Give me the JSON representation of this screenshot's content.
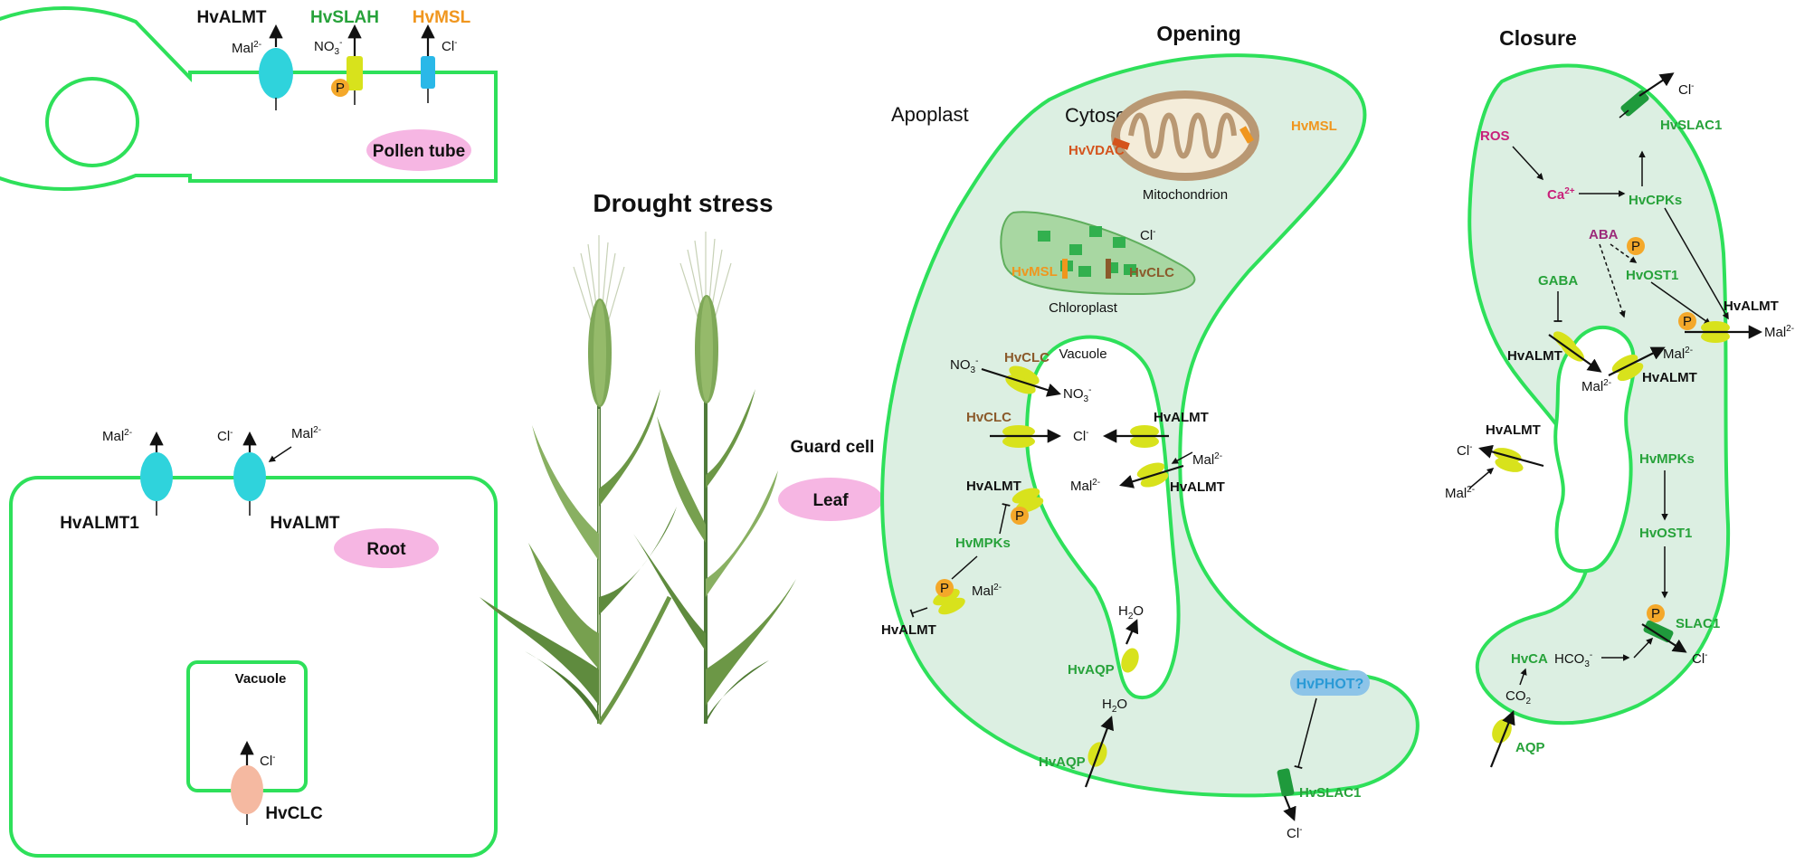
{
  "colors": {
    "membrane": "#2ee05a",
    "cell_fill": "#dcefe2",
    "tissue_tag": "#f6b6e3",
    "channel_yellow": "#d8e21c",
    "channel_cyan": "#2fd3dc",
    "channel_blue": "#2ab8e8",
    "channel_peach": "#f5b9a1",
    "channel_darkgreen": "#1f9a3c",
    "phospho": "#f4a82a",
    "text_green": "#27a23a",
    "text_brown": "#8b5a2b",
    "text_orange": "#f0961e",
    "text_red": "#d4531c",
    "text_pink": "#c8207a",
    "text_blue": "#2a9ad6"
  },
  "pollen": {
    "tag": "Pollen tube",
    "channels": [
      {
        "name": "HvALMT",
        "ion": "Mal",
        "ion_sup": "2-"
      },
      {
        "name": "HvSLAH",
        "ion": "NO",
        "ion_sub": "3",
        "ion_sup": "-"
      },
      {
        "name": "HvMSL",
        "ion": "Cl",
        "ion_sup": "-"
      }
    ],
    "phospho": "P"
  },
  "root": {
    "tag": "Root",
    "vacuole": "Vacuole",
    "ion_mal_1": "Mal",
    "ion_cl": "Cl",
    "ion_mal_2": "Mal",
    "ion_cl_vac": "Cl",
    "sup_2minus": "2-",
    "sup_minus": "-",
    "channel_1": "HvALMT1",
    "channel_2": "HvALMT",
    "channel_vac": "HvCLC"
  },
  "center": {
    "title": "Drought stress",
    "guard_cell": "Guard cell",
    "leaf_tag": "Leaf"
  },
  "opening": {
    "title": "Opening",
    "apoplast": "Apoplast",
    "cytosol": "Cytosol",
    "mito": {
      "name": "Mitochondrion",
      "vdac": "HvVDAC",
      "msl": "HvMSL"
    },
    "chloro": {
      "name": "Chloroplast",
      "msl": "HvMSL",
      "clc": "HvCLC",
      "ion": "Cl",
      "ion_sup": "-"
    },
    "vacuole": "Vacuole",
    "hvclc": "HvCLC",
    "hvalmt": "HvALMT",
    "hvmpks": "HvMPKs",
    "hvaqp": "HvAQP",
    "hvphot": "HvPHOT?",
    "hvslac1": "HvSLAC1",
    "no3": "NO",
    "no3_sub": "3",
    "minus": "-",
    "two_minus": "2-",
    "cl": "Cl",
    "mal": "Mal",
    "h2o_h": "H",
    "h2o_2": "2",
    "h2o_o": "O",
    "phospho": "P"
  },
  "closure": {
    "title": "Closure",
    "ros": "ROS",
    "ca": "Ca",
    "ca_sup": "2+",
    "aba": "ABA",
    "gaba": "GABA",
    "hvcpks": "HvCPKs",
    "hvost1": "HvOST1",
    "hvslac1": "HvSLAC1",
    "hvalmt": "HvALMT",
    "hvmpks": "HvMPKs",
    "slac1": "SLAC1",
    "hvca": "HvCA",
    "hco3": "HCO",
    "hco3_sub": "3",
    "co2": "CO",
    "co2_sub": "2",
    "aqp": "AQP",
    "cl": "Cl",
    "mal": "Mal",
    "minus": "-",
    "two_minus": "2-",
    "phospho": "P"
  }
}
